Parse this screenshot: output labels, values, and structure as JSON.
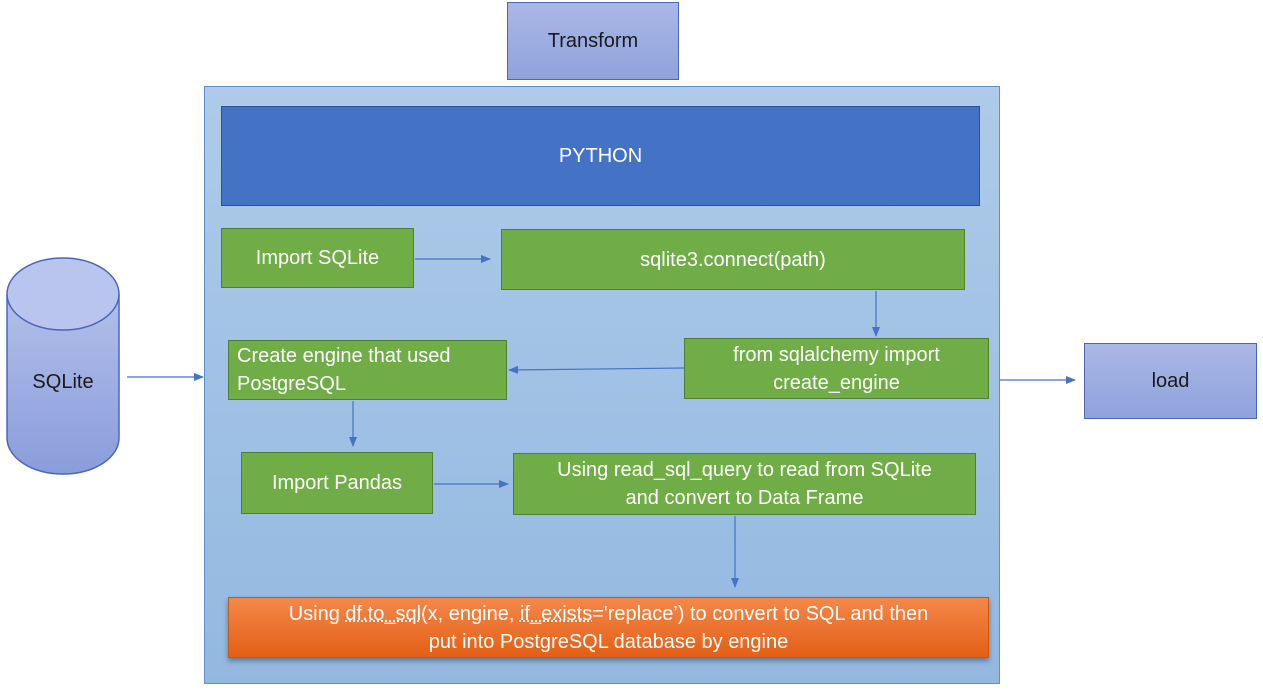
{
  "nodes": {
    "transform": "Transform",
    "python": "PYTHON",
    "sqlite": "SQLite",
    "load": "load",
    "import_sqlite": "Import SQLite",
    "sqlite_connect": "sqlite3.connect(path)",
    "create_engine_line1": "Create engine that used",
    "create_engine_line2": "PostgreSQL",
    "sqlalchemy_line1": "from sqlalchemy import",
    "sqlalchemy_line2": "create_engine",
    "import_pandas": "Import Pandas",
    "read_sql_line1": "Using read_sql_query to read from SQLite",
    "read_sql_line2": "and convert to Data Frame",
    "to_sql_part1": "Using ",
    "to_sql_df": "df.to_sql",
    "to_sql_part2": "(x, engine, ",
    "to_sql_if": "if_exists",
    "to_sql_part3": "='replace’) to convert to SQL and then",
    "to_sql_line2": "put into PostgreSQL database by engine"
  },
  "colors": {
    "container": "#a8c6e7",
    "python": "#4472c4",
    "step": "#70ad47",
    "final_step": "#ed7d31",
    "source_sink": "#8fa2dc",
    "arrow": "#4472c4"
  }
}
